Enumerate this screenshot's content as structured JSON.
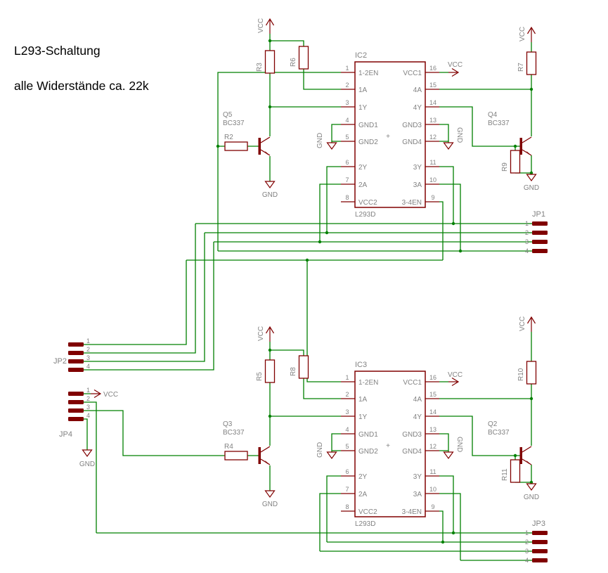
{
  "title": {
    "line1": "L293-Schaltung",
    "line2": "alle Widerstände ca. 22k"
  },
  "colors": {
    "wire_green": "#008000",
    "component_maroon": "#800000",
    "label_gray": "#828282"
  },
  "power": {
    "vcc_label": "VCC",
    "gnd_label": "GND"
  },
  "ics": [
    {
      "ref": "IC2",
      "value": "L293D",
      "plus": "+",
      "left_pins": [
        {
          "num": "1",
          "name": "1-2EN"
        },
        {
          "num": "2",
          "name": "1A"
        },
        {
          "num": "3",
          "name": "1Y"
        },
        {
          "num": "4",
          "name": "GND1"
        },
        {
          "num": "5",
          "name": "GND2"
        },
        {
          "num": "6",
          "name": "2Y"
        },
        {
          "num": "7",
          "name": "2A"
        },
        {
          "num": "8",
          "name": "VCC2"
        }
      ],
      "right_pins": [
        {
          "num": "16",
          "name": "VCC1"
        },
        {
          "num": "15",
          "name": "4A"
        },
        {
          "num": "14",
          "name": "4Y"
        },
        {
          "num": "13",
          "name": "GND3"
        },
        {
          "num": "12",
          "name": "GND4"
        },
        {
          "num": "11",
          "name": "3Y"
        },
        {
          "num": "10",
          "name": "3A"
        },
        {
          "num": "9",
          "name": "3-4EN"
        }
      ]
    },
    {
      "ref": "IC3",
      "value": "L293D",
      "plus": "+",
      "left_pins": [
        {
          "num": "1",
          "name": "1-2EN"
        },
        {
          "num": "2",
          "name": "1A"
        },
        {
          "num": "3",
          "name": "1Y"
        },
        {
          "num": "4",
          "name": "GND1"
        },
        {
          "num": "5",
          "name": "GND2"
        },
        {
          "num": "6",
          "name": "2Y"
        },
        {
          "num": "7",
          "name": "2A"
        },
        {
          "num": "8",
          "name": "VCC2"
        }
      ],
      "right_pins": [
        {
          "num": "16",
          "name": "VCC1"
        },
        {
          "num": "15",
          "name": "4A"
        },
        {
          "num": "14",
          "name": "4Y"
        },
        {
          "num": "13",
          "name": "GND3"
        },
        {
          "num": "12",
          "name": "GND4"
        },
        {
          "num": "11",
          "name": "3Y"
        },
        {
          "num": "10",
          "name": "3A"
        },
        {
          "num": "9",
          "name": "3-4EN"
        }
      ]
    }
  ],
  "transistors": [
    {
      "ref": "Q5",
      "value": "BC337"
    },
    {
      "ref": "Q4",
      "value": "BC337"
    },
    {
      "ref": "Q3",
      "value": "BC337"
    },
    {
      "ref": "Q2",
      "value": "BC337"
    }
  ],
  "resistors": {
    "r2": "R2",
    "r3": "R3",
    "r4": "R4",
    "r5": "R5",
    "r6": "R6",
    "r7": "R7",
    "r8": "R8",
    "r9": "R9",
    "r10": "R10",
    "r11": "R11"
  },
  "connectors": [
    {
      "ref": "JP1",
      "pins": [
        "1",
        "2",
        "3",
        "4"
      ]
    },
    {
      "ref": "JP2",
      "pins": [
        "1",
        "2",
        "3",
        "4"
      ]
    },
    {
      "ref": "JP3",
      "pins": [
        "1",
        "2",
        "3",
        "4"
      ]
    },
    {
      "ref": "JP4",
      "pins": [
        "1",
        "2",
        "3",
        "4"
      ]
    }
  ]
}
